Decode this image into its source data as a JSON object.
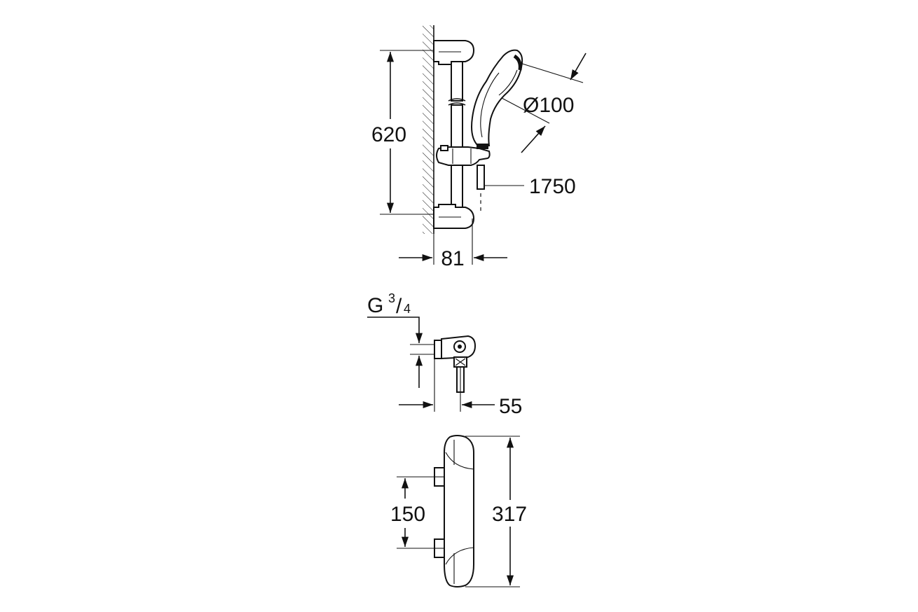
{
  "drawing": {
    "shower_rail": {
      "height": "620",
      "handshower_diameter": "Ø100",
      "hose_length": "1750",
      "projection": "81"
    },
    "connection": {
      "thread_letter": "G",
      "thread_numerator": "3",
      "thread_denominator": "4",
      "projection": "55"
    },
    "thermostat": {
      "inlet_spacing": "150",
      "total_height": "317"
    }
  }
}
